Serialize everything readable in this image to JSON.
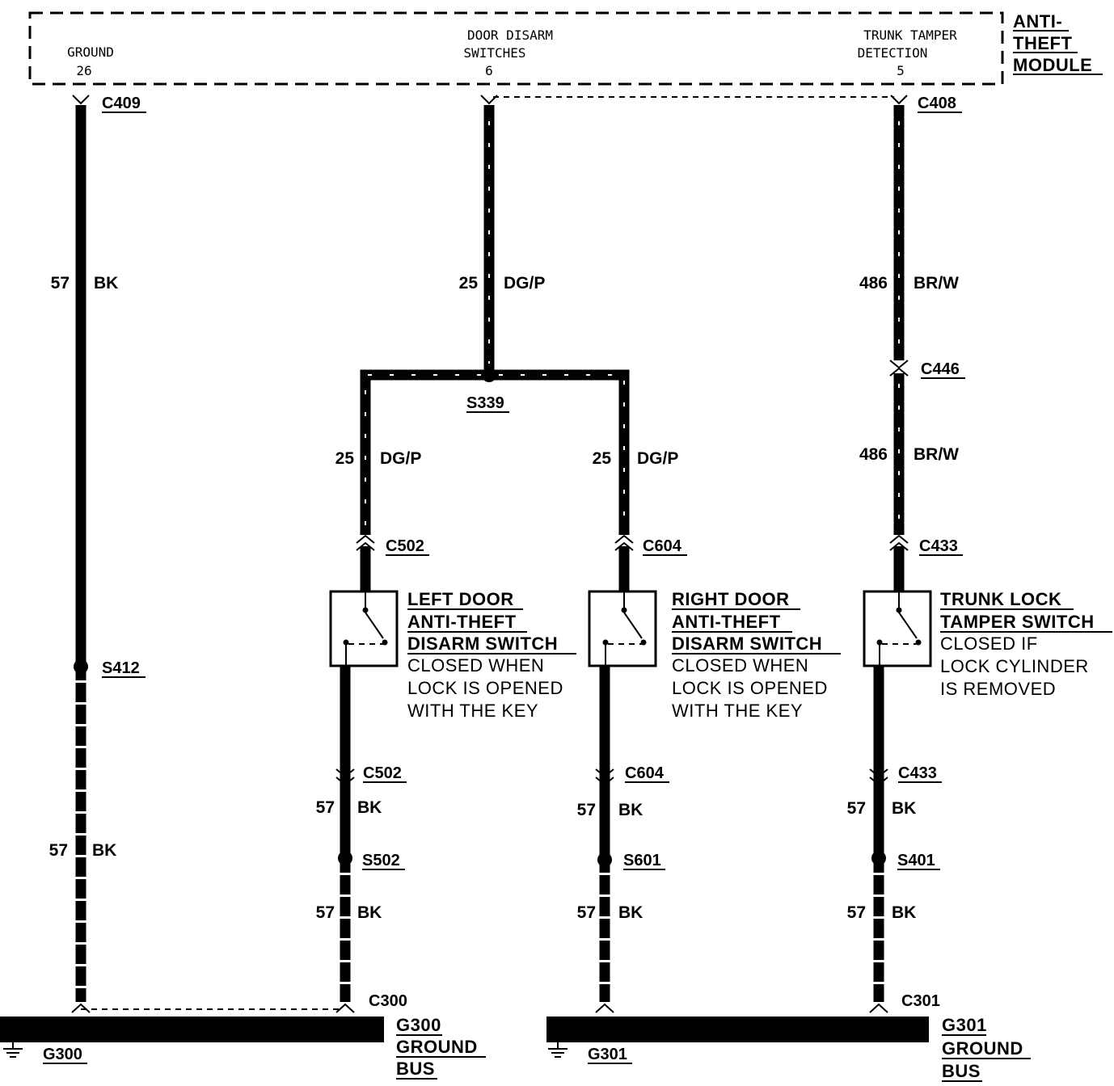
{
  "module": {
    "name_lines": [
      "ANTI-",
      "THEFT",
      "MODULE"
    ],
    "pins": [
      {
        "label_lines": [
          "GROUND"
        ],
        "pin": "26"
      },
      {
        "label_lines": [
          "DOOR DISARM",
          "SWITCHES"
        ],
        "pin": "6"
      },
      {
        "label_lines": [
          "TRUNK TAMPER",
          "DETECTION"
        ],
        "pin": "5"
      }
    ]
  },
  "connectors": {
    "c409": "C409",
    "c408": "C408",
    "c446": "C446",
    "c502_top": "C502",
    "c604_top": "C604",
    "c433_top": "C433",
    "c502_bot": "C502",
    "c604_bot": "C604",
    "c433_bot": "C433",
    "c300": "C300",
    "c301": "C301"
  },
  "splices": {
    "s339": "S339",
    "s412": "S412",
    "s502": "S502",
    "s601": "S601",
    "s401": "S401"
  },
  "wires": {
    "gnd_top": {
      "circuit": "57",
      "color": "BK"
    },
    "gnd_bot": {
      "circuit": "57",
      "color": "BK"
    },
    "door_main": {
      "circuit": "25",
      "color": "DG/P"
    },
    "door_left": {
      "circuit": "25",
      "color": "DG/P"
    },
    "door_right": {
      "circuit": "25",
      "color": "DG/P"
    },
    "trunk_top": {
      "circuit": "486",
      "color": "BR/W"
    },
    "trunk_mid": {
      "circuit": "486",
      "color": "BR/W"
    },
    "left_a": {
      "circuit": "57",
      "color": "BK"
    },
    "left_b": {
      "circuit": "57",
      "color": "BK"
    },
    "right_a": {
      "circuit": "57",
      "color": "BK"
    },
    "right_b": {
      "circuit": "57",
      "color": "BK"
    },
    "trunk_a": {
      "circuit": "57",
      "color": "BK"
    },
    "trunk_b": {
      "circuit": "57",
      "color": "BK"
    }
  },
  "switches": {
    "left": {
      "title_lines": [
        "LEFT DOOR",
        "ANTI-THEFT",
        "DISARM SWITCH"
      ],
      "desc_lines": [
        "CLOSED WHEN",
        "LOCK IS OPENED",
        "WITH THE KEY"
      ]
    },
    "right": {
      "title_lines": [
        "RIGHT DOOR",
        "ANTI-THEFT",
        "DISARM SWITCH"
      ],
      "desc_lines": [
        "CLOSED WHEN",
        "LOCK IS OPENED",
        "WITH THE KEY"
      ]
    },
    "trunk": {
      "title_lines": [
        "TRUNK LOCK",
        "TAMPER SWITCH"
      ],
      "desc_lines": [
        "CLOSED IF",
        "LOCK CYLINDER",
        "IS REMOVED"
      ]
    }
  },
  "grounds": {
    "g300": {
      "id": "G300",
      "bus_lines": [
        "G300",
        "GROUND",
        "BUS"
      ]
    },
    "g301": {
      "id": "G301",
      "bus_lines": [
        "G301",
        "GROUND",
        "BUS"
      ]
    }
  }
}
